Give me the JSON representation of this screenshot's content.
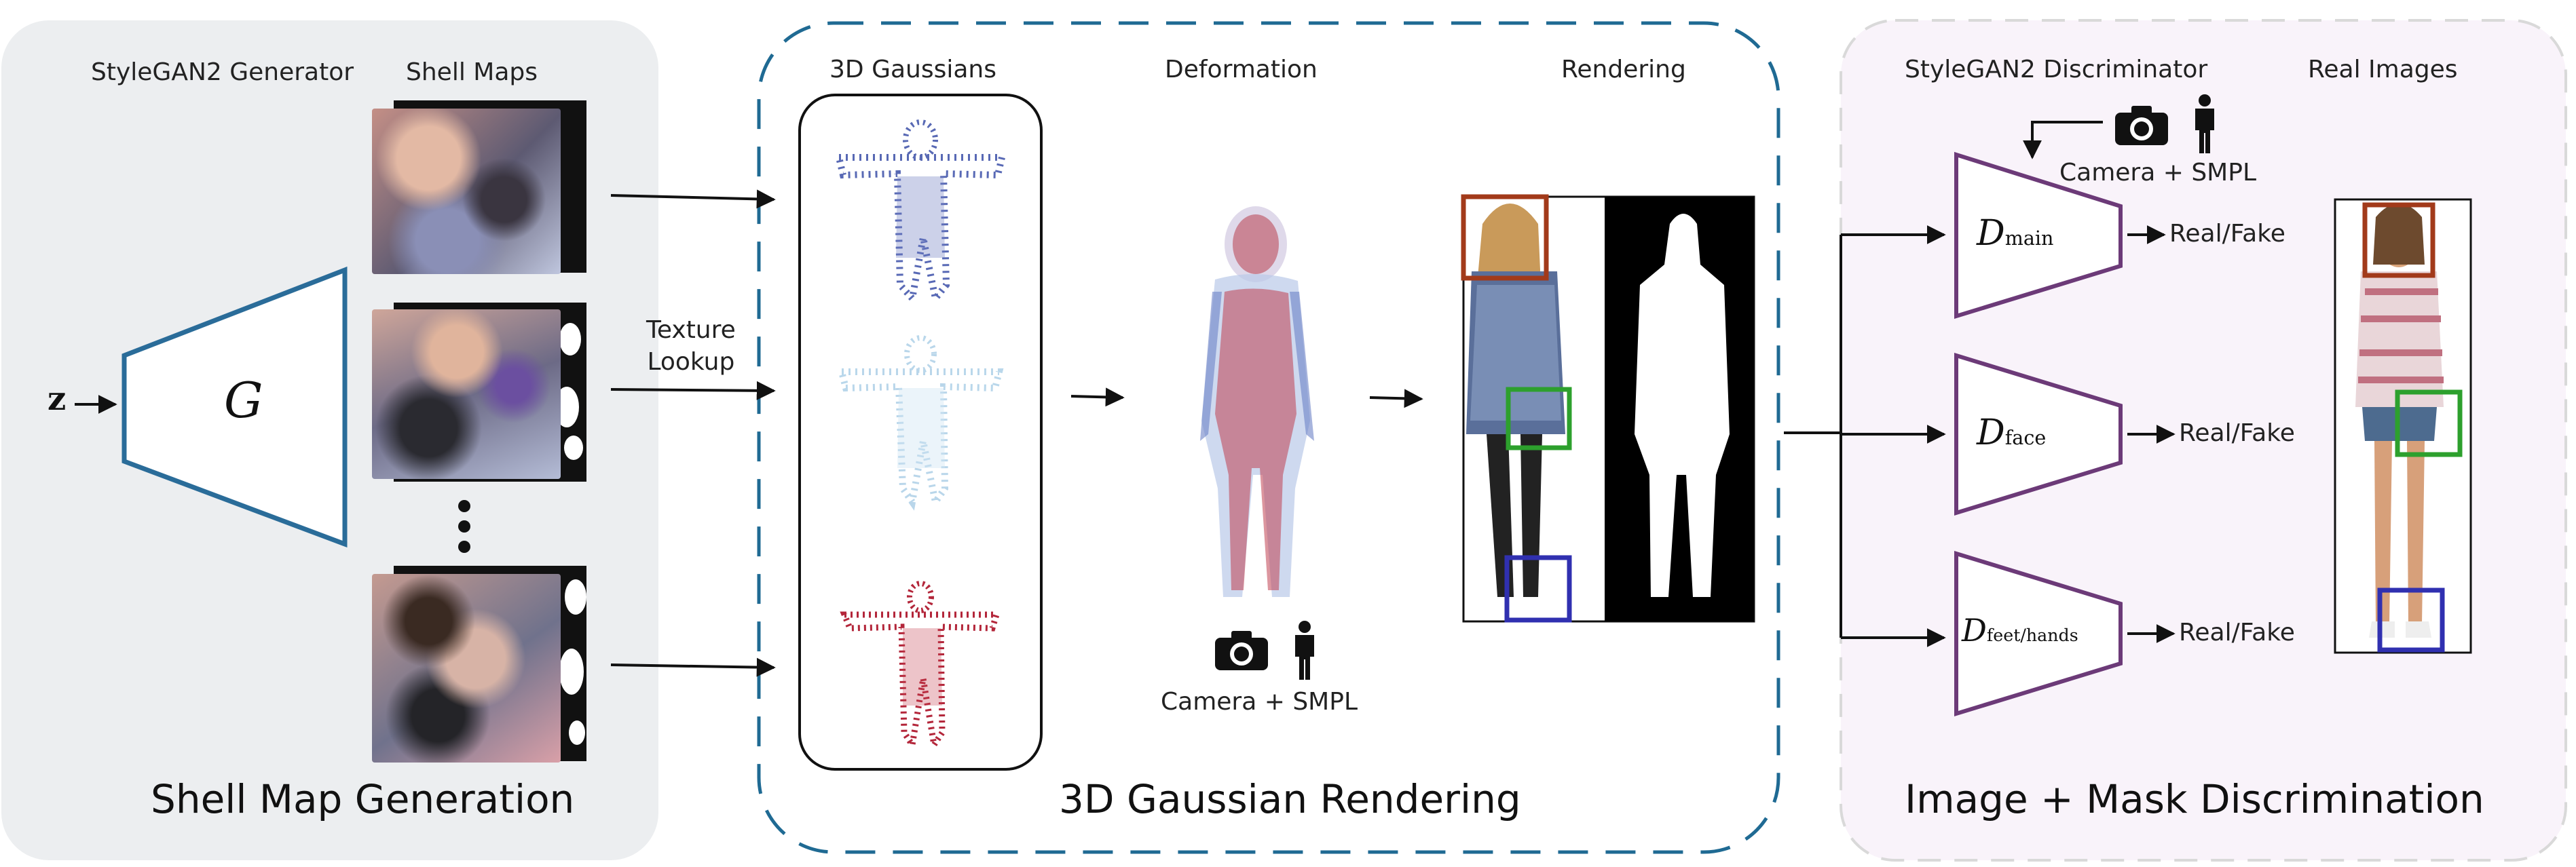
{
  "panels": {
    "left": {
      "title": "Shell Map Generation",
      "generator_label": "StyleGAN2 Generator",
      "shell_maps_label": "Shell Maps",
      "z_label": "z",
      "G_symbol": "G"
    },
    "middle": {
      "title": "3D Gaussian Rendering",
      "gaussians_label": "3D Gaussians",
      "deformation_label": "Deformation",
      "rendering_label": "Rendering",
      "texture_lookup": "Texture\nLookup",
      "camera_smpl": "Camera + SMPL"
    },
    "right": {
      "title": "Image + Mask Discrimination",
      "discriminator_label": "StyleGAN2 Discriminator",
      "real_images_label": "Real Images",
      "camera_smpl": "Camera + SMPL",
      "d_symbol": "D",
      "d_main_sub": "main",
      "d_face_sub": "face",
      "d_feet_sub": "feet/hands",
      "output_main": "Real/Fake",
      "output_face": "Real/Fake",
      "output_feet": "Real/Fake"
    }
  },
  "colors": {
    "left_bg": "#eceef0",
    "right_bg": "#f9f3fa",
    "dash_blue": "#1f6a93",
    "generator_blue": "#2a6c99",
    "disc_purple": "#6c3a78",
    "face_box": "#a23a1a",
    "hand_box": "#2da02d",
    "feet_box": "#3030b0"
  },
  "icons": [
    "camera-icon",
    "person-icon"
  ]
}
